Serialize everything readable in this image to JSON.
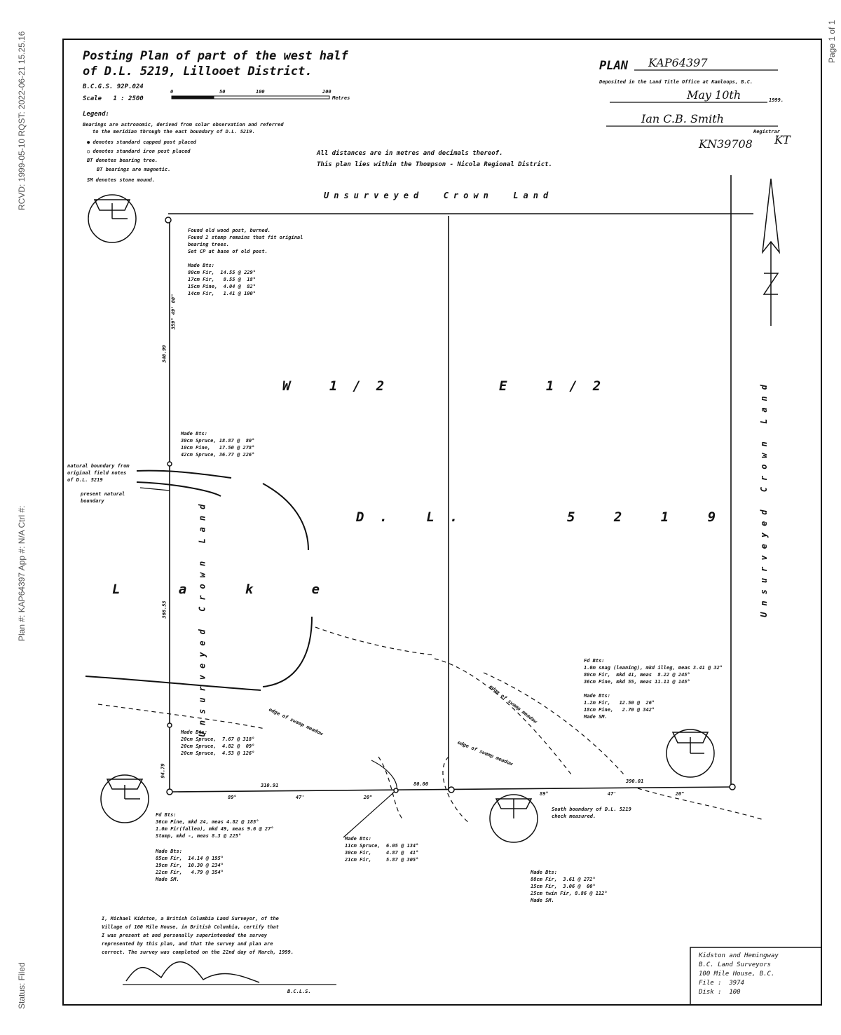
{
  "margin": {
    "received": "RCVD: 1999-05-10 RQST: 2022-06-21 15.25.16",
    "plan_ref": "Plan #: KAP64397 App #: N/A Ctrl #:",
    "status": "Status: Filed",
    "page": "Page 1 of 1"
  },
  "title": {
    "line1": "Posting Plan of part of the west half",
    "line2": "of D.L. 5219, Lillooet District.",
    "bcgs": "B.C.G.S. 92P.024",
    "scale": "Scale   1 : 2500",
    "scale_units": "Metres",
    "scale_ticks": [
      "0",
      "50",
      "100",
      "200"
    ]
  },
  "legend": {
    "heading": "Legend:",
    "bearings": "Bearings are astronomic, derived from solar observation and referred",
    "bearings2": "to the meridian through the east boundary of D.L. 5219.",
    "items": [
      "denotes standard capped post placed",
      "denotes standard iron post placed",
      "BT denotes bearing tree.",
      "BT bearings are magnetic.",
      "SM denotes stone mound."
    ]
  },
  "notes": {
    "distances": "All distances are in metres and decimals thereof.",
    "district": "This plan lies within the Thompson - Nicola Regional District."
  },
  "deposit": {
    "plan_label": "PLAN",
    "plan_number": "KAP64397",
    "deposited": "Deposited in the Land Title Office at Kamloops, B.C.",
    "date": "May 10th",
    "year": "1999.",
    "registrar_signature": "Ian C.B. Smith",
    "registrar": "Registrar",
    "doc_number": "KN39708",
    "initials": "KT"
  },
  "labels": {
    "north_crown": "Unsurveyed  Crown  Land",
    "west_crown": "Unsurveyed Crown Land",
    "east_crown": "Unsurveyed Crown Land",
    "w_half": "W 1/2",
    "e_half": "E 1/2",
    "dl": "D. L.    5 2 1 9",
    "lake": "L a k e",
    "natural_boundary": "natural boundary from\noriginal field notes\nof D.L. 5219",
    "present_boundary": "present natural\nboundary",
    "south_boundary": "South boundary of D.L. 5219\ncheck measured.",
    "swamp": "edge of swamp meadow"
  },
  "dimensions": {
    "west_north": "340.99",
    "west_south": "366.53",
    "west_bottom": "94.79",
    "south_w": "310.91",
    "south_mid": "80.00",
    "south_e": "390.01",
    "bearing_w": "359° 49' 00\"",
    "bearing_s": "89° 47' 20\""
  },
  "ties": {
    "nw": "Found old wood post, burned.\nFound 2 stump remains that fit original\nbearing trees.\nSet CP at base of old post.\n\nMade Bts:\n80cm Fir,  14.55 @ 229°\n17cm Fir,   8.55 @  18°\n15cm Pine,  4.04 @  82°\n14cm Fir,   1.41 @ 100°",
    "w_mid": "Made Bts:\n30cm Spruce, 18.87 @  80°\n10cm Pine,   17.50 @ 278°\n42cm Spruce, 36.77 @ 226°",
    "w_low": "Made Bts:\n20cm Spruce,  7.67 @ 318°\n20cm Spruce,  4.82 @  09°\n20cm Spruce,  4.53 @ 126°",
    "sw_fd": "Fd Bts:\n36cm Pine, mkd 24, meas 4.82 @ 185°\n1.0m Fir(fallen), mkd 49, meas 9.6 @ 27°\nStump, mkd -, meas 8.3 @ 225°",
    "sw_made": "Made Bts:\n85cm Fir,  14.14 @ 195°\n19cm Fir,  10.30 @ 234°\n22cm Fir,   4.79 @ 354°\nMade SM.",
    "s_mid": "Made Bts:\n11cm Spruce,  6.05 @ 134°\n30cm Fir,     4.87 @  41°\n21cm Fir,     5.87 @ 305°",
    "se_fd": "Fd Bts:\n1.0m snag (leaning), mkd illeg, meas 3.41 @ 32°\n80cm Fir,  mkd 41, meas  8.22 @ 245°\n36cm Pine, mkd 55, meas 11.11 @ 145°\n\nMade Bts:\n1.2m Fir,   12.50 @  26°\n18cm Pine,   2.70 @ 342°\nMade SM.",
    "s_e": "Made Bts:\n88cm Fir,  3.61 @ 272°\n15cm Fir,  3.06 @  00°\n25cm twin Fir, 8.86 @ 112°\nMade SM."
  },
  "certificate": {
    "text": "I, Michael Kidston, a British Columbia Land Surveyor, of the\nVillage of 100 Mile House, in British Columbia, certify that\nI was present at and personally superintended the survey\nrepresented by this plan, and that the survey and plan are\ncorrect. The survey was completed on the 22nd day of March, 1999.",
    "signature": "Michael Kidston",
    "designation": "B.C.L.S."
  },
  "firm": {
    "line1": "Kidston and Hemingway",
    "line2": "B.C. Land Surveyors",
    "line3": "100 Mile House, B.C.",
    "file": "File :  3974",
    "disk": "Disk :  100"
  }
}
